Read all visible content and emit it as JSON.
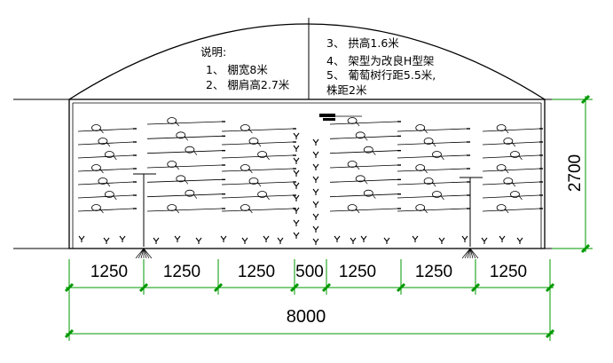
{
  "notes_left": {
    "heading": "说明:",
    "items": [
      "1、 棚宽8米",
      "2、 棚肩高2.7米"
    ]
  },
  "notes_right": {
    "items": [
      "3、 拱高1.6米",
      "4、 架型为改良H型架",
      "5、 葡萄树行距5.5米,",
      "株距2米"
    ]
  },
  "dimensions": {
    "segments": [
      "1250",
      "1250",
      "1250",
      "500",
      "1250",
      "1250",
      "1250"
    ],
    "total": "8000",
    "height": "2700"
  },
  "colors": {
    "line": "#000000",
    "dimension": "#009900"
  }
}
